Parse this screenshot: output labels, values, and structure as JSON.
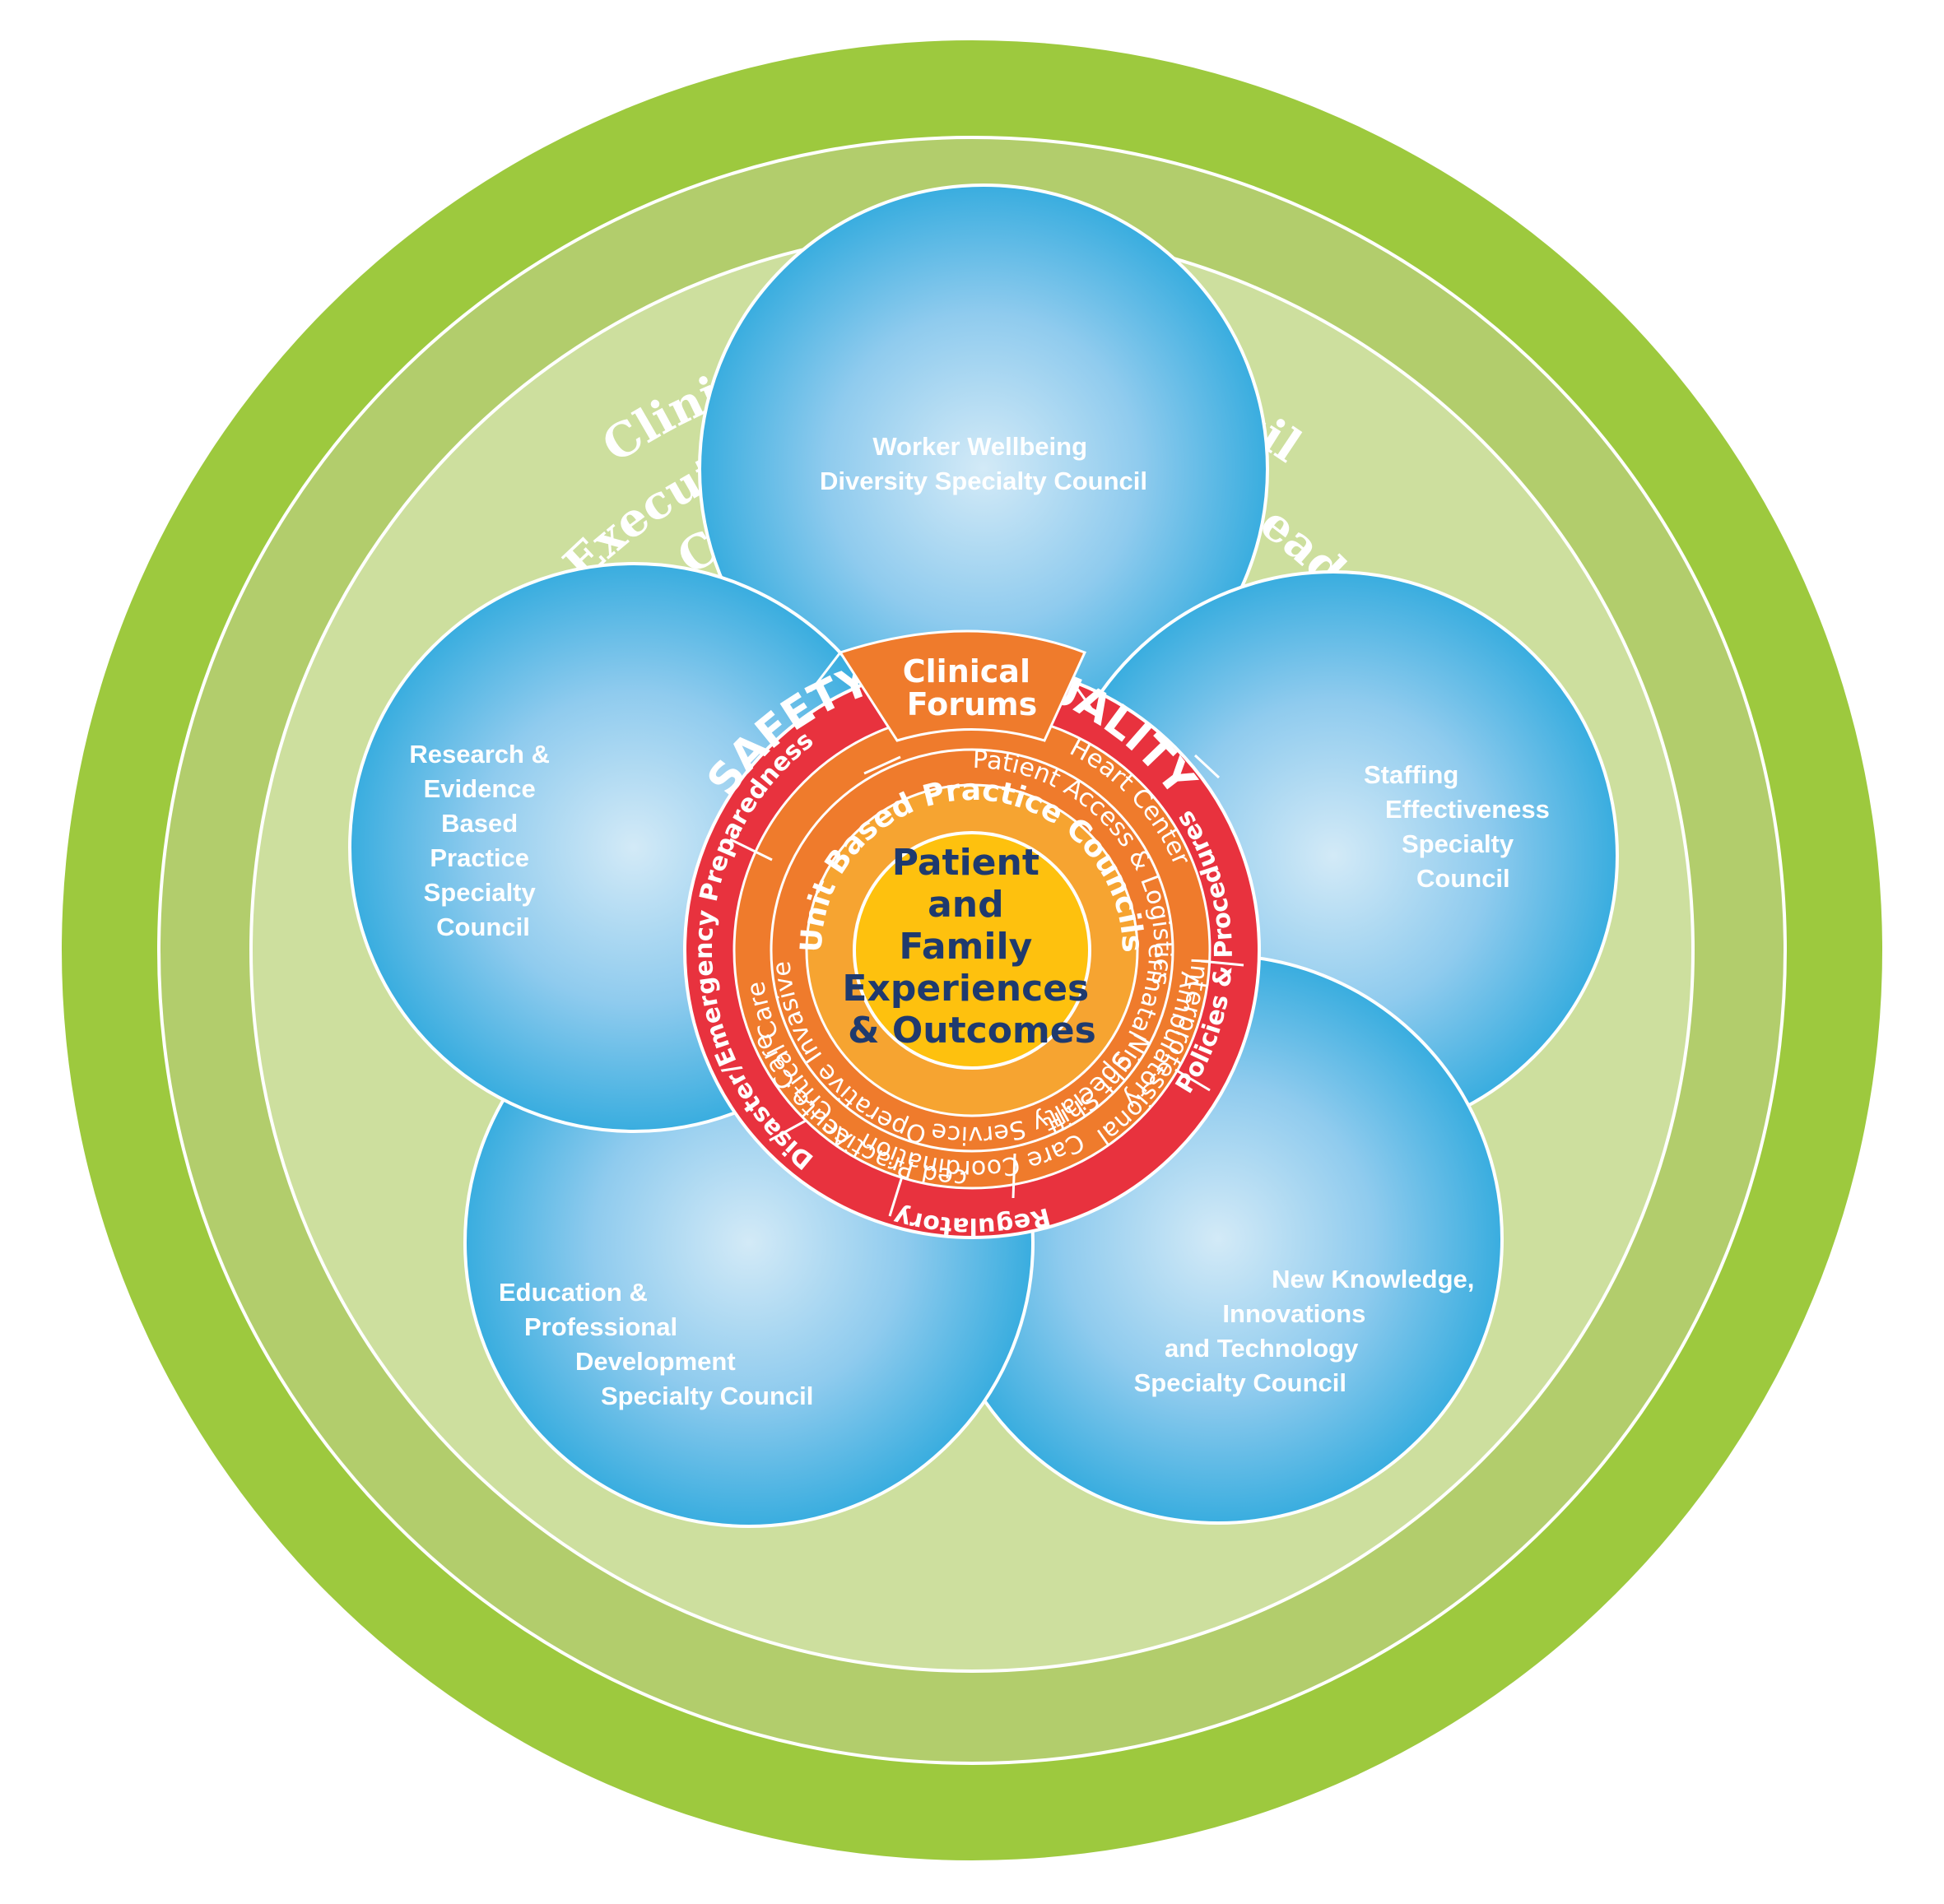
{
  "outer_rings": {
    "clinical_operations": "Clinical Operations Council",
    "nurse_executive": "Nurse Executive Council/Nursing Leadership",
    "coordinating": "Coordinating Council"
  },
  "petals": [
    {
      "id": "worker-wellbeing",
      "lines": [
        "Worker Wellbeing",
        "Diversity Specialty Council"
      ]
    },
    {
      "id": "staffing-effectiveness",
      "lines": [
        "Staffing",
        "Effectiveness",
        "Specialty",
        "Council"
      ]
    },
    {
      "id": "new-knowledge",
      "lines": [
        "New Knowledge,",
        "Innovations",
        "and Technology",
        "Specialty Council"
      ]
    },
    {
      "id": "education",
      "lines": [
        "Education &",
        "Professional",
        "Development",
        "Specialty Council"
      ]
    },
    {
      "id": "research",
      "lines": [
        "Research &",
        "Evidence",
        "Based",
        "Practice",
        "Specialty",
        "Council"
      ]
    }
  ],
  "red_band": {
    "safety_quality": "SAFETY AND QUALITY",
    "policies": "Policies & Procedures",
    "regulatory": "Regulatory",
    "disaster": "Disaster/Emergency Preparedness"
  },
  "clinical_forums": [
    "Clinical",
    "Forums"
  ],
  "outer_segments": [
    "Interprofessional",
    "Acute Care",
    "Advanced Practice",
    "Ambulatory",
    "Care Coordination",
    "Critical Care",
    "Heart Center"
  ],
  "inner_segments": [
    "Night Shift",
    "Operative Invasive",
    "Perinatal",
    "Specialty Service",
    "Patient Access & Logistics"
  ],
  "unit_based": "Unit Based Practice Councils",
  "center": [
    "Patient",
    "and",
    "Family",
    "Experiences",
    "& Outcomes"
  ],
  "colors": {
    "ring_outer": "#9dc93e",
    "ring_middle": "#b2cd6c",
    "ring_inner": "#cddf9e",
    "petal_edge": "#39addf",
    "petal_light": "#cfe8f6",
    "red": "#e8323e",
    "orange_dark": "#ef7b2c",
    "orange": "#f6a431",
    "center_yellow": "#fec10e",
    "center_text": "#1f3a6e"
  }
}
